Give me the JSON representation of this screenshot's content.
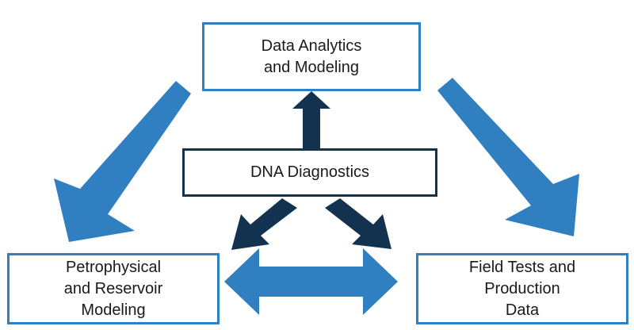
{
  "colors": {
    "light_blue": "#2f7fc1",
    "dark_navy": "#13324f",
    "text": "#1a1a1a"
  },
  "nodes": {
    "top": {
      "label": "Data Analytics\nand Modeling"
    },
    "center": {
      "label": "DNA Diagnostics"
    },
    "left": {
      "label": "Petrophysical\nand Reservoir\nModeling"
    },
    "right": {
      "label": "Field Tests and\nProduction\nData"
    }
  }
}
